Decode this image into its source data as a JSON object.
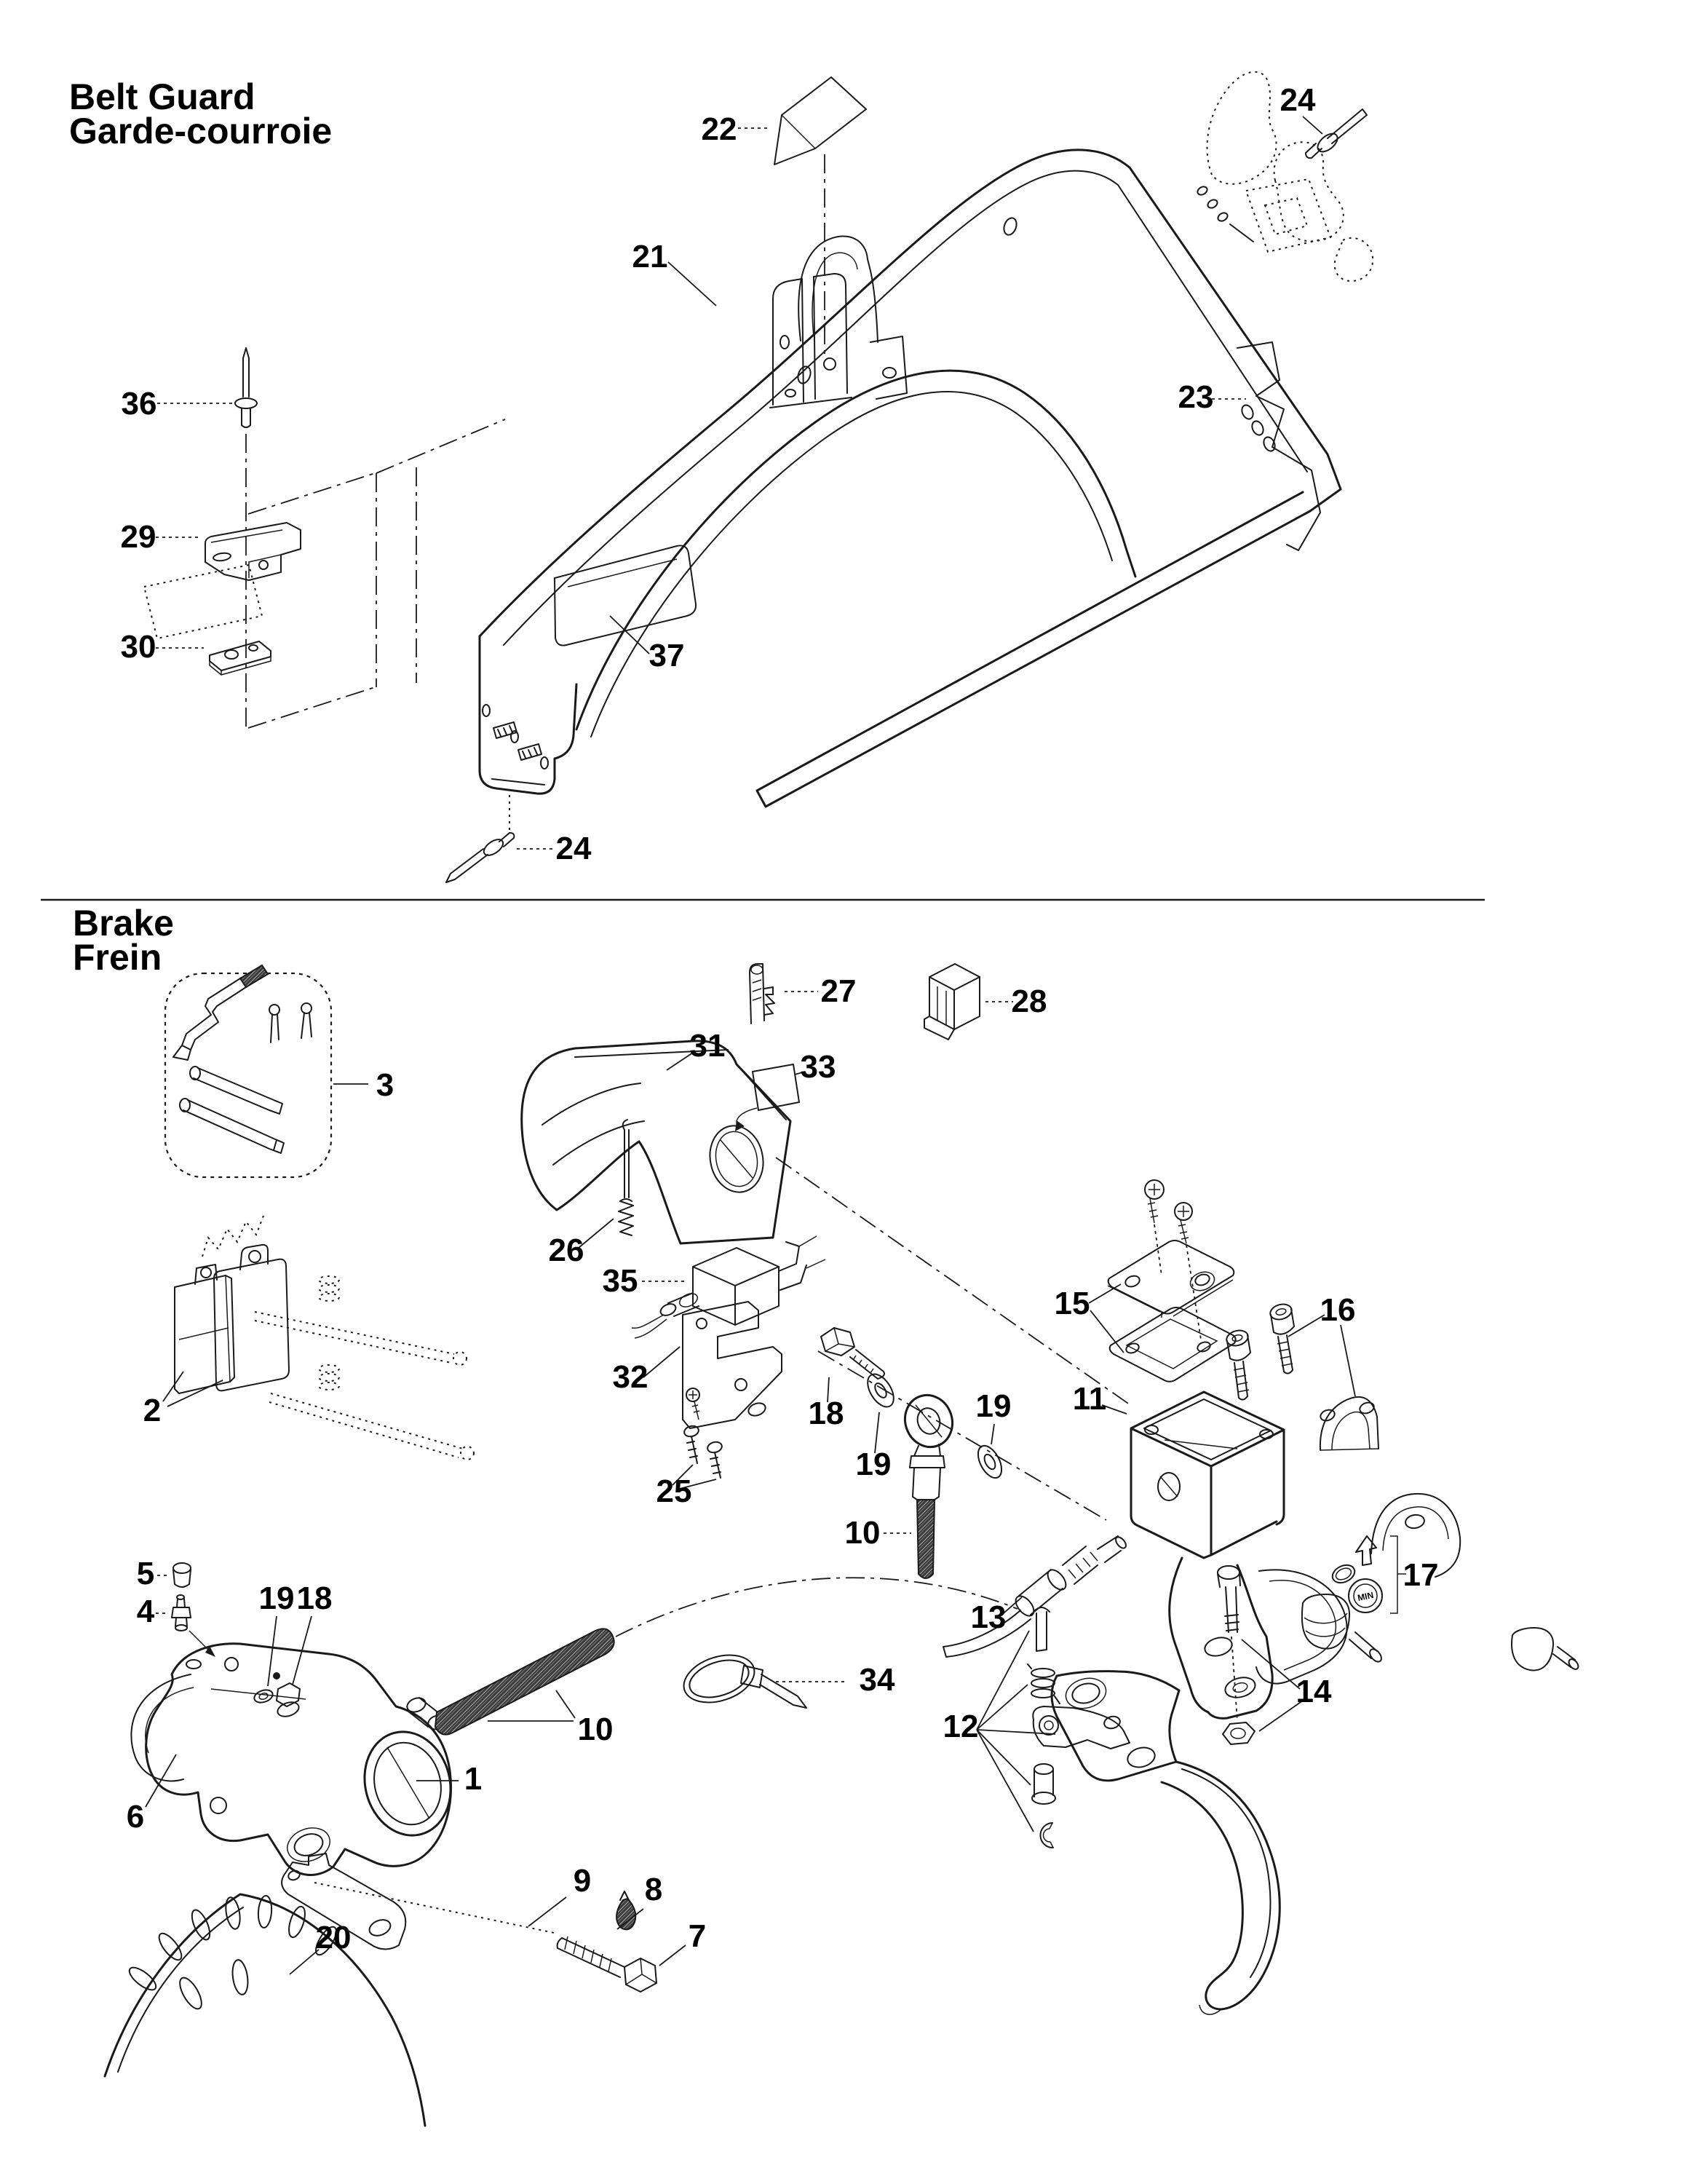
{
  "document": {
    "background": "#ffffff",
    "ink_color": "#1a1a1a",
    "sections": {
      "belt_guard": {
        "title_line1": "Belt Guard",
        "title_line2": "Garde-courroie",
        "callouts": [
          {
            "label": "22",
            "part": "warning-decal"
          },
          {
            "label": "24",
            "part": "rivet"
          },
          {
            "label": "21",
            "part": "belt-guard"
          },
          {
            "label": "23",
            "part": "rear-support"
          },
          {
            "label": "36",
            "part": "rivet"
          },
          {
            "label": "29",
            "part": "support-bracket"
          },
          {
            "label": "30",
            "part": "retaining-plate"
          },
          {
            "label": "37",
            "part": "guard-panel"
          },
          {
            "label": "24",
            "part": "rivet"
          }
        ]
      },
      "brake": {
        "title_line1": "Brake",
        "title_line2": "Frein",
        "min_cap_text": "MIN",
        "callouts": [
          {
            "label": "27",
            "part": "terminal"
          },
          {
            "label": "28",
            "part": "connector-housing"
          },
          {
            "label": "3",
            "part": "pad-pin-kit"
          },
          {
            "label": "31",
            "part": "lever-housing"
          },
          {
            "label": "33",
            "part": "decal"
          },
          {
            "label": "26",
            "part": "spring"
          },
          {
            "label": "35",
            "part": "brake-light-switch"
          },
          {
            "label": "32",
            "part": "switch-bracket"
          },
          {
            "label": "25",
            "part": "screws"
          },
          {
            "label": "18",
            "part": "bolt"
          },
          {
            "label": "19",
            "part": "washer"
          },
          {
            "label": "10",
            "part": "rod-end"
          },
          {
            "label": "19",
            "part": "washer"
          },
          {
            "label": "15",
            "part": "reservoir-cover-gasket"
          },
          {
            "label": "16",
            "part": "clamp-screws"
          },
          {
            "label": "11",
            "part": "master-cylinder-reservoir"
          },
          {
            "label": "17",
            "part": "cap-kit"
          },
          {
            "label": "13",
            "part": "brake-hose"
          },
          {
            "label": "14",
            "part": "nut"
          },
          {
            "label": "12",
            "part": "lever-pivot-kit"
          },
          {
            "label": "34",
            "part": "cable-tie"
          },
          {
            "label": "5",
            "part": "protective-cap"
          },
          {
            "label": "4",
            "part": "bleeder-valve"
          },
          {
            "label": "19",
            "part": "washer"
          },
          {
            "label": "18",
            "part": "bolt"
          },
          {
            "label": "10",
            "part": "brake-hose"
          },
          {
            "label": "1",
            "part": "brake-caliper"
          },
          {
            "label": "6",
            "part": "caliper-support"
          },
          {
            "label": "2",
            "part": "brake-pads"
          },
          {
            "label": "9",
            "part": "anchor-plate"
          },
          {
            "label": "8",
            "part": "lubricant"
          },
          {
            "label": "7",
            "part": "hex-bolt"
          },
          {
            "label": "20",
            "part": "brake-disc"
          }
        ]
      }
    }
  }
}
